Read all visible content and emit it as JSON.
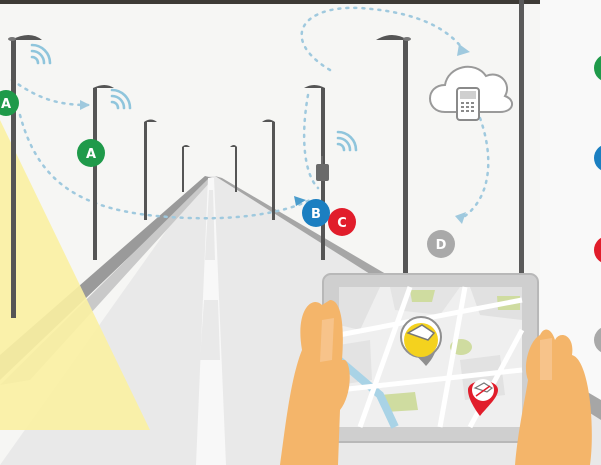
{
  "markers": {
    "a_left": "A",
    "a_mid": "A",
    "b": "B",
    "c": "C",
    "d": "D"
  },
  "right_edge_badges": [
    "green",
    "blue",
    "red",
    "gray"
  ],
  "colors": {
    "green": "#1f9a4a",
    "blue": "#1b7fc1",
    "red": "#e11d2b",
    "gray": "#a9a9a9",
    "road": "#e8e8e8",
    "light_beam": "#fbf1a2",
    "signal": "#9fc9de",
    "hand": "#f4b56a",
    "tablet": "#d6d6d6"
  },
  "icons": [
    "wifi-signal-icon",
    "cloud-icon",
    "phone-icon",
    "lamp-icon",
    "location-pin-icon",
    "broken-lamp-pin-icon"
  ]
}
